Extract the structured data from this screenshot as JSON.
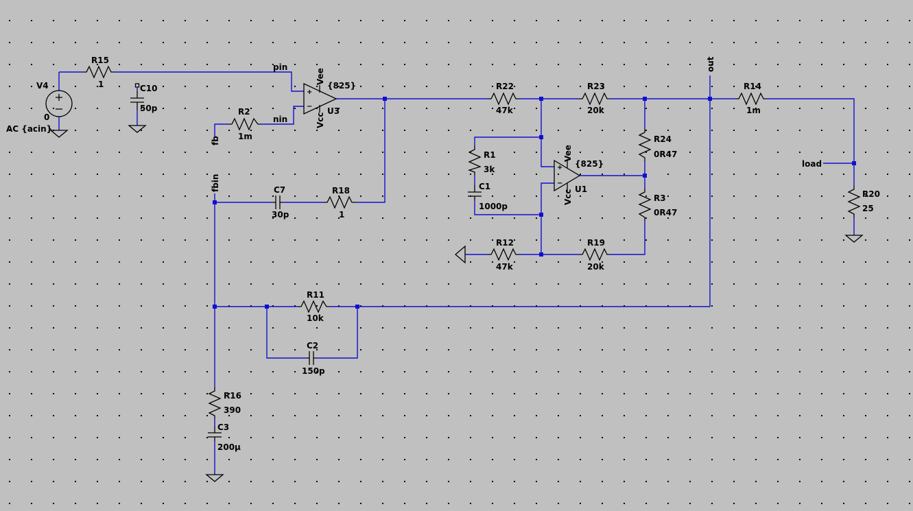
{
  "colors": {
    "background": "#c0c0c0",
    "wire": "#1010d0",
    "component": "#000000"
  },
  "components": {
    "V4": {
      "name": "V4",
      "value": "0",
      "extra": "AC {acin}"
    },
    "R15": {
      "name": "R15",
      "value": "1"
    },
    "C10": {
      "name": "C10",
      "value": "50p"
    },
    "R2": {
      "name": "R2",
      "value": "1m"
    },
    "U3": {
      "name": "U3",
      "value": "{825}",
      "vee": "Vee",
      "vcc": "Vcc",
      "plus": "+",
      "minus": "−"
    },
    "U1": {
      "name": "U1",
      "value": "{825}",
      "vee": "Vee",
      "vcc": "Vcc",
      "plus": "+",
      "minus": "−"
    },
    "R22": {
      "name": "R22",
      "value": "47k"
    },
    "R23": {
      "name": "R23",
      "value": "20k"
    },
    "R14": {
      "name": "R14",
      "value": "1m"
    },
    "R24": {
      "name": "R24",
      "value": "0R47"
    },
    "R3": {
      "name": "R3",
      "value": "0R47"
    },
    "R1": {
      "name": "R1",
      "value": "3k"
    },
    "C1": {
      "name": "C1",
      "value": "1000p"
    },
    "R12": {
      "name": "R12",
      "value": "47k"
    },
    "R19": {
      "name": "R19",
      "value": "20k"
    },
    "R20": {
      "name": "R20",
      "value": "25"
    },
    "C7": {
      "name": "C7",
      "value": "30p"
    },
    "R18": {
      "name": "R18",
      "value": "1"
    },
    "R11": {
      "name": "R11",
      "value": "10k"
    },
    "C2": {
      "name": "C2",
      "value": "150p"
    },
    "R16": {
      "name": "R16",
      "value": "390"
    },
    "C3": {
      "name": "C3",
      "value": "200µ"
    }
  },
  "nets": {
    "pin": "pin",
    "nin": "nin",
    "fb": "fb",
    "fbin": "fbin",
    "out": "out",
    "load": "load"
  }
}
